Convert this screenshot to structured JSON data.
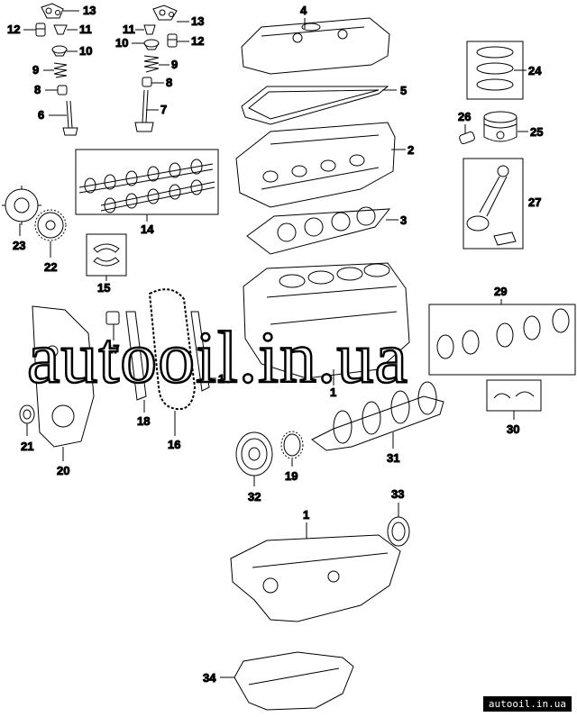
{
  "diagram": {
    "callouts": [
      {
        "id": "c13a",
        "label": "13"
      },
      {
        "id": "c12a",
        "label": "12"
      },
      {
        "id": "c11a",
        "label": "11"
      },
      {
        "id": "c10a",
        "label": "10"
      },
      {
        "id": "c9a",
        "label": "9"
      },
      {
        "id": "c8a",
        "label": "8"
      },
      {
        "id": "c6",
        "label": "6"
      },
      {
        "id": "c11b",
        "label": "11"
      },
      {
        "id": "c13b",
        "label": "13"
      },
      {
        "id": "c10b",
        "label": "10"
      },
      {
        "id": "c12b",
        "label": "12"
      },
      {
        "id": "c9b",
        "label": "9"
      },
      {
        "id": "c8b",
        "label": "8"
      },
      {
        "id": "c7",
        "label": "7"
      },
      {
        "id": "c4",
        "label": "4"
      },
      {
        "id": "c5",
        "label": "5"
      },
      {
        "id": "c2",
        "label": "2"
      },
      {
        "id": "c3",
        "label": "3"
      },
      {
        "id": "c24",
        "label": "24"
      },
      {
        "id": "c26",
        "label": "26"
      },
      {
        "id": "c25",
        "label": "25"
      },
      {
        "id": "c27",
        "label": "27"
      },
      {
        "id": "c14",
        "label": "14"
      },
      {
        "id": "c23",
        "label": "23"
      },
      {
        "id": "c22",
        "label": "22"
      },
      {
        "id": "c15",
        "label": "15"
      },
      {
        "id": "c29",
        "label": "29"
      },
      {
        "id": "c17",
        "label": "17"
      },
      {
        "id": "c18b",
        "label": "18"
      },
      {
        "id": "c1a",
        "label": "1"
      },
      {
        "id": "c18a",
        "label": "18"
      },
      {
        "id": "c30",
        "label": "30"
      },
      {
        "id": "c21",
        "label": "21"
      },
      {
        "id": "c20",
        "label": "20"
      },
      {
        "id": "c16",
        "label": "16"
      },
      {
        "id": "c32",
        "label": "32"
      },
      {
        "id": "c19",
        "label": "19"
      },
      {
        "id": "c31",
        "label": "31"
      },
      {
        "id": "c33",
        "label": "33"
      },
      {
        "id": "c1b",
        "label": "1"
      },
      {
        "id": "c34",
        "label": "34"
      }
    ]
  },
  "watermark": "autooil.in.ua",
  "site_badge": "autooil.in.ua"
}
